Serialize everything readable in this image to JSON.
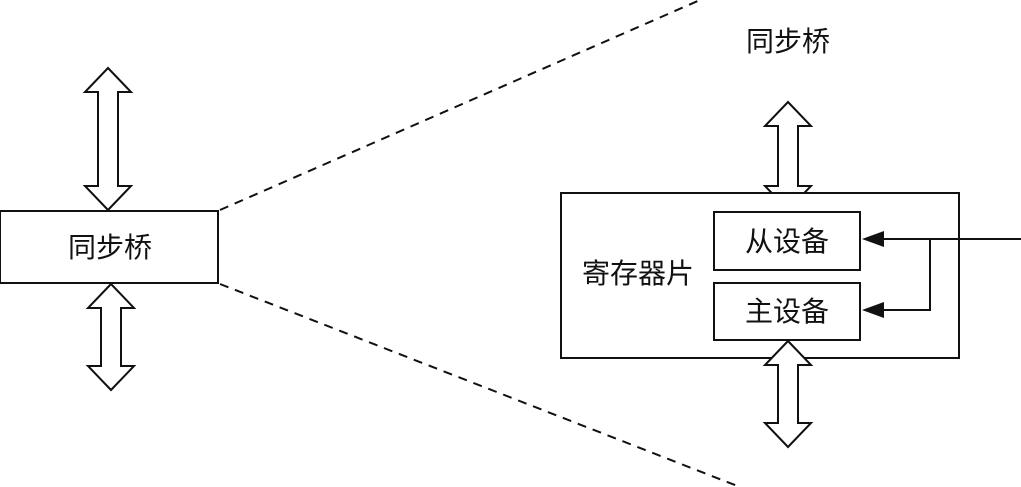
{
  "left_bridge": {
    "label": "同步桥"
  },
  "zoom": {
    "title": "同步桥",
    "register_chip": {
      "label": "寄存器片"
    },
    "slave_device": {
      "label": "从设备"
    },
    "master_device": {
      "label": "主设备"
    }
  },
  "colors": {
    "stroke": "#111111",
    "background": "#ffffff"
  }
}
